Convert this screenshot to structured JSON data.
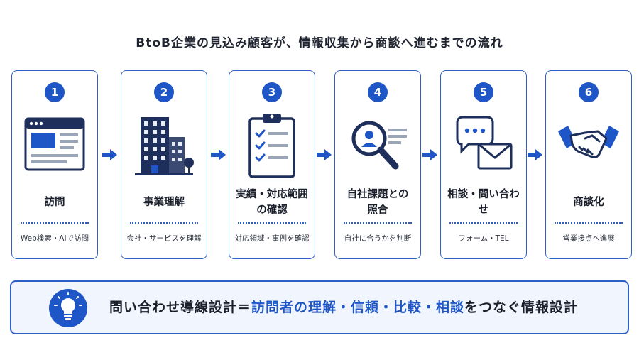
{
  "title": "BtoB企業の見込み顧客が、情報収集から商談へ進むまでの流れ",
  "steps": [
    {
      "number": "1",
      "icon": "browser-window-icon",
      "label": "訪問",
      "desc": "Web検索・AIで訪問"
    },
    {
      "number": "2",
      "icon": "office-building-icon",
      "label": "事業理解",
      "desc": "会社・サービスを理解"
    },
    {
      "number": "3",
      "icon": "clipboard-checklist-icon",
      "label": "実績・対応範囲\nの確認",
      "desc": "対応領域・事例を確認"
    },
    {
      "number": "4",
      "icon": "magnifier-user-icon",
      "label": "自社課題との\n照合",
      "desc": "自社に合うかを判断"
    },
    {
      "number": "5",
      "icon": "chat-mail-icon",
      "label": "相談・問い合わせ",
      "desc": "フォーム・TEL"
    },
    {
      "number": "6",
      "icon": "handshake-icon",
      "label": "商談化",
      "desc": "営業接点へ進展"
    }
  ],
  "banner": {
    "icon": "lightbulb-icon",
    "text_prefix": "問い合わせ導線設計＝",
    "text_highlight": "訪問者の理解・信頼・比較・相談",
    "text_suffix": "をつなぐ情報設計"
  },
  "colors": {
    "accent": "#1f56c7",
    "border": "#2d5fc4",
    "dark": "#1a1f2b"
  }
}
